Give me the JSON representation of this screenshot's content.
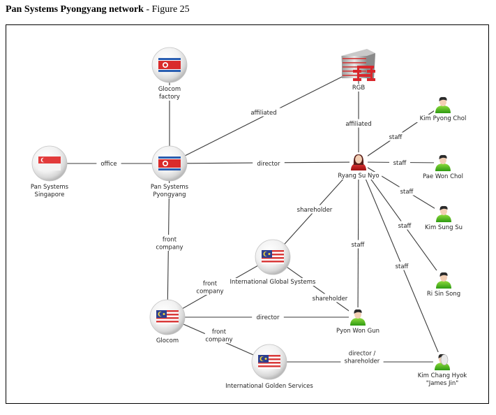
{
  "title": {
    "bold": "Pan Systems Pyongyang network",
    "rest": " - Figure 25"
  },
  "nodes": {
    "glocom_factory": {
      "label": [
        "Glocom",
        "factory"
      ],
      "type": "company",
      "flag": "north-korea"
    },
    "rgb": {
      "label": [
        "RGB"
      ],
      "type": "agency"
    },
    "pan_singapore": {
      "label": [
        "Pan Systems",
        "Singapore"
      ],
      "type": "company",
      "flag": "singapore"
    },
    "pan_pyongyang": {
      "label": [
        "Pan Systems",
        "Pyongyang"
      ],
      "type": "company",
      "flag": "north-korea"
    },
    "ryang": {
      "label": [
        "Ryang Su Nyo"
      ],
      "type": "person-female"
    },
    "kim_pyong_chol": {
      "label": [
        "Kim Pyong Chol"
      ],
      "type": "person"
    },
    "pae_won_chol": {
      "label": [
        "Pae Won Chol"
      ],
      "type": "person"
    },
    "kim_sung_su": {
      "label": [
        "Kim Sung Su"
      ],
      "type": "person"
    },
    "ri_sin_song": {
      "label": [
        "Ri Sin Song"
      ],
      "type": "person"
    },
    "igs": {
      "label": [
        "International Global Systems"
      ],
      "type": "company",
      "flag": "malaysia"
    },
    "glocom": {
      "label": [
        "Glocom"
      ],
      "type": "company",
      "flag": "malaysia"
    },
    "pyon_won_gun": {
      "label": [
        "Pyon Won Gun"
      ],
      "type": "person"
    },
    "igs2": {
      "label": [
        "International Golden Services"
      ],
      "type": "company",
      "flag": "malaysia"
    },
    "kim_chang_hyok": {
      "label": [
        "Kim Chang Hyok",
        "\"James Jin\""
      ],
      "type": "person-masked"
    }
  },
  "edges": [
    {
      "from": "glocom_factory",
      "to": "pan_pyongyang",
      "label": []
    },
    {
      "from": "pan_pyongyang",
      "to": "rgb",
      "label": [
        "affiliated"
      ]
    },
    {
      "from": "rgb",
      "to": "ryang",
      "label": [
        "affiliated"
      ]
    },
    {
      "from": "pan_singapore",
      "to": "pan_pyongyang",
      "label": [
        "office"
      ]
    },
    {
      "from": "pan_pyongyang",
      "to": "ryang",
      "label": [
        "director"
      ]
    },
    {
      "from": "ryang",
      "to": "kim_pyong_chol",
      "label": [
        "staff"
      ]
    },
    {
      "from": "ryang",
      "to": "pae_won_chol",
      "label": [
        "staff"
      ]
    },
    {
      "from": "ryang",
      "to": "kim_sung_su",
      "label": [
        "staff"
      ]
    },
    {
      "from": "ryang",
      "to": "ri_sin_song",
      "label": [
        "staff"
      ]
    },
    {
      "from": "ryang",
      "to": "kim_chang_hyok",
      "label": [
        "staff"
      ]
    },
    {
      "from": "ryang",
      "to": "pyon_won_gun",
      "label": [
        "staff"
      ]
    },
    {
      "from": "ryang",
      "to": "igs",
      "label": [
        "shareholder"
      ]
    },
    {
      "from": "pan_pyongyang",
      "to": "glocom",
      "label": [
        "front",
        "company"
      ]
    },
    {
      "from": "glocom",
      "to": "igs",
      "label": [
        "front",
        "company"
      ]
    },
    {
      "from": "igs",
      "to": "pyon_won_gun",
      "label": [
        "shareholder"
      ]
    },
    {
      "from": "glocom",
      "to": "pyon_won_gun",
      "label": [
        "director"
      ]
    },
    {
      "from": "glocom",
      "to": "igs2",
      "label": [
        "front",
        "company"
      ]
    },
    {
      "from": "igs2",
      "to": "kim_chang_hyok",
      "label": [
        "director /",
        "shareholder"
      ]
    }
  ]
}
